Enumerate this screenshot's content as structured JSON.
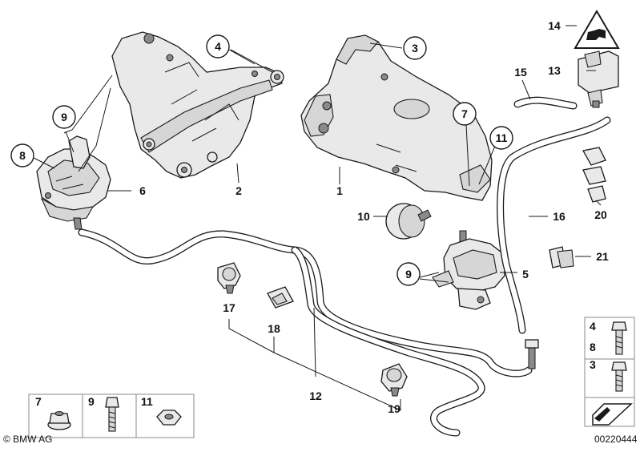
{
  "callouts": {
    "c3": "3",
    "c4": "4",
    "c7": "7",
    "c8": "8",
    "c9a": "9",
    "c9b": "9",
    "c11": "11"
  },
  "labels": {
    "l1": "1",
    "l2": "2",
    "l5": "5",
    "l6": "6",
    "l10": "10",
    "l12": "12",
    "l13": "13",
    "l14": "14",
    "l15": "15",
    "l16": "16",
    "l17": "17",
    "l18": "18",
    "l19": "19",
    "l20": "20",
    "l21": "21"
  },
  "legend_left": [
    {
      "num": "7",
      "part": "flange-nut-icon"
    },
    {
      "num": "9",
      "part": "hex-bolt-icon"
    },
    {
      "num": "11",
      "part": "hex-nut-icon"
    }
  ],
  "legend_right": {
    "top": [
      "4",
      "8"
    ],
    "middle": "3"
  },
  "footer": {
    "brand": "© BMW AG",
    "ref": "00220444"
  }
}
